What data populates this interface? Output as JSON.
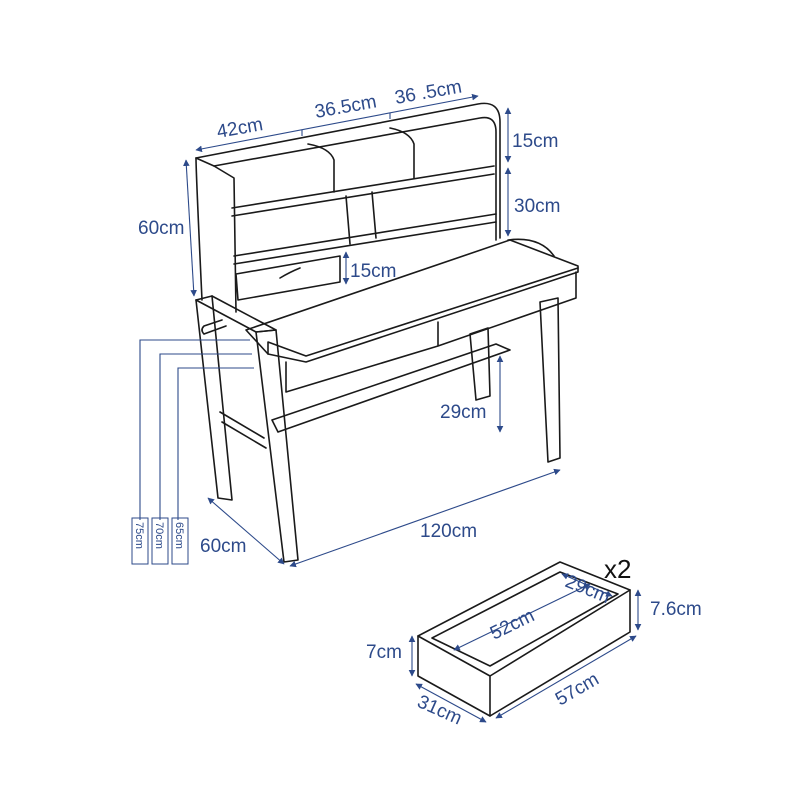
{
  "colors": {
    "background": "#ffffff",
    "line": "#1a1a1a",
    "dimension": "#2d4a8a"
  },
  "desk": {
    "top_widths": [
      "42cm",
      "36.5cm",
      "36 .5cm"
    ],
    "shelf_top_height": "15cm",
    "shelf_mid_height": "30cm",
    "hutch_height": "60cm",
    "gap_under_shelf": "15cm",
    "footrest_height": "29cm",
    "depth": "60cm",
    "length": "120cm",
    "adjustable_heights": [
      "75cm",
      "70cm",
      "65cm"
    ]
  },
  "drawer": {
    "quantity": "x2",
    "inner_length": "52cm",
    "inner_width": "29cm",
    "outer_length": "57cm",
    "outer_width": "31cm",
    "outer_height": "7.6cm",
    "inner_height": "7cm"
  }
}
